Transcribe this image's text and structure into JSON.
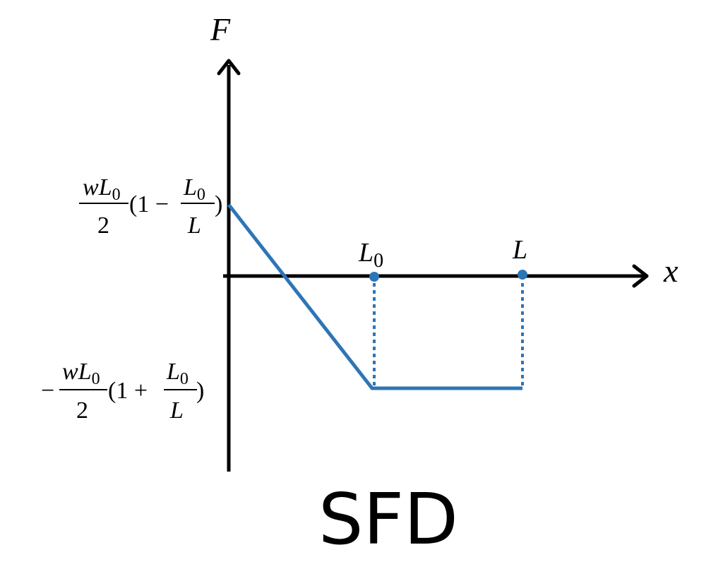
{
  "title": "SFD",
  "axes": {
    "y_label": "F",
    "x_label": "x"
  },
  "points": {
    "l0_base": "L",
    "l0_sub": "0",
    "l_label": "L"
  },
  "top_value": {
    "num_w": "w",
    "num_L": "L",
    "num_sub": "0",
    "den": "2",
    "paren_open": "(1 −",
    "frac_num_L": "L",
    "frac_num_sub": "0",
    "frac_den": "L",
    "paren_close": ")"
  },
  "bottom_value": {
    "minus": "−",
    "num_w": "w",
    "num_L": "L",
    "num_sub": "0",
    "den": "2",
    "paren_open": "(1 +",
    "frac_num_L": "L",
    "frac_num_sub": "0",
    "frac_den": "L",
    "paren_close": ")"
  },
  "colors": {
    "axis": "#000000",
    "curve": "#2e75b6"
  }
}
